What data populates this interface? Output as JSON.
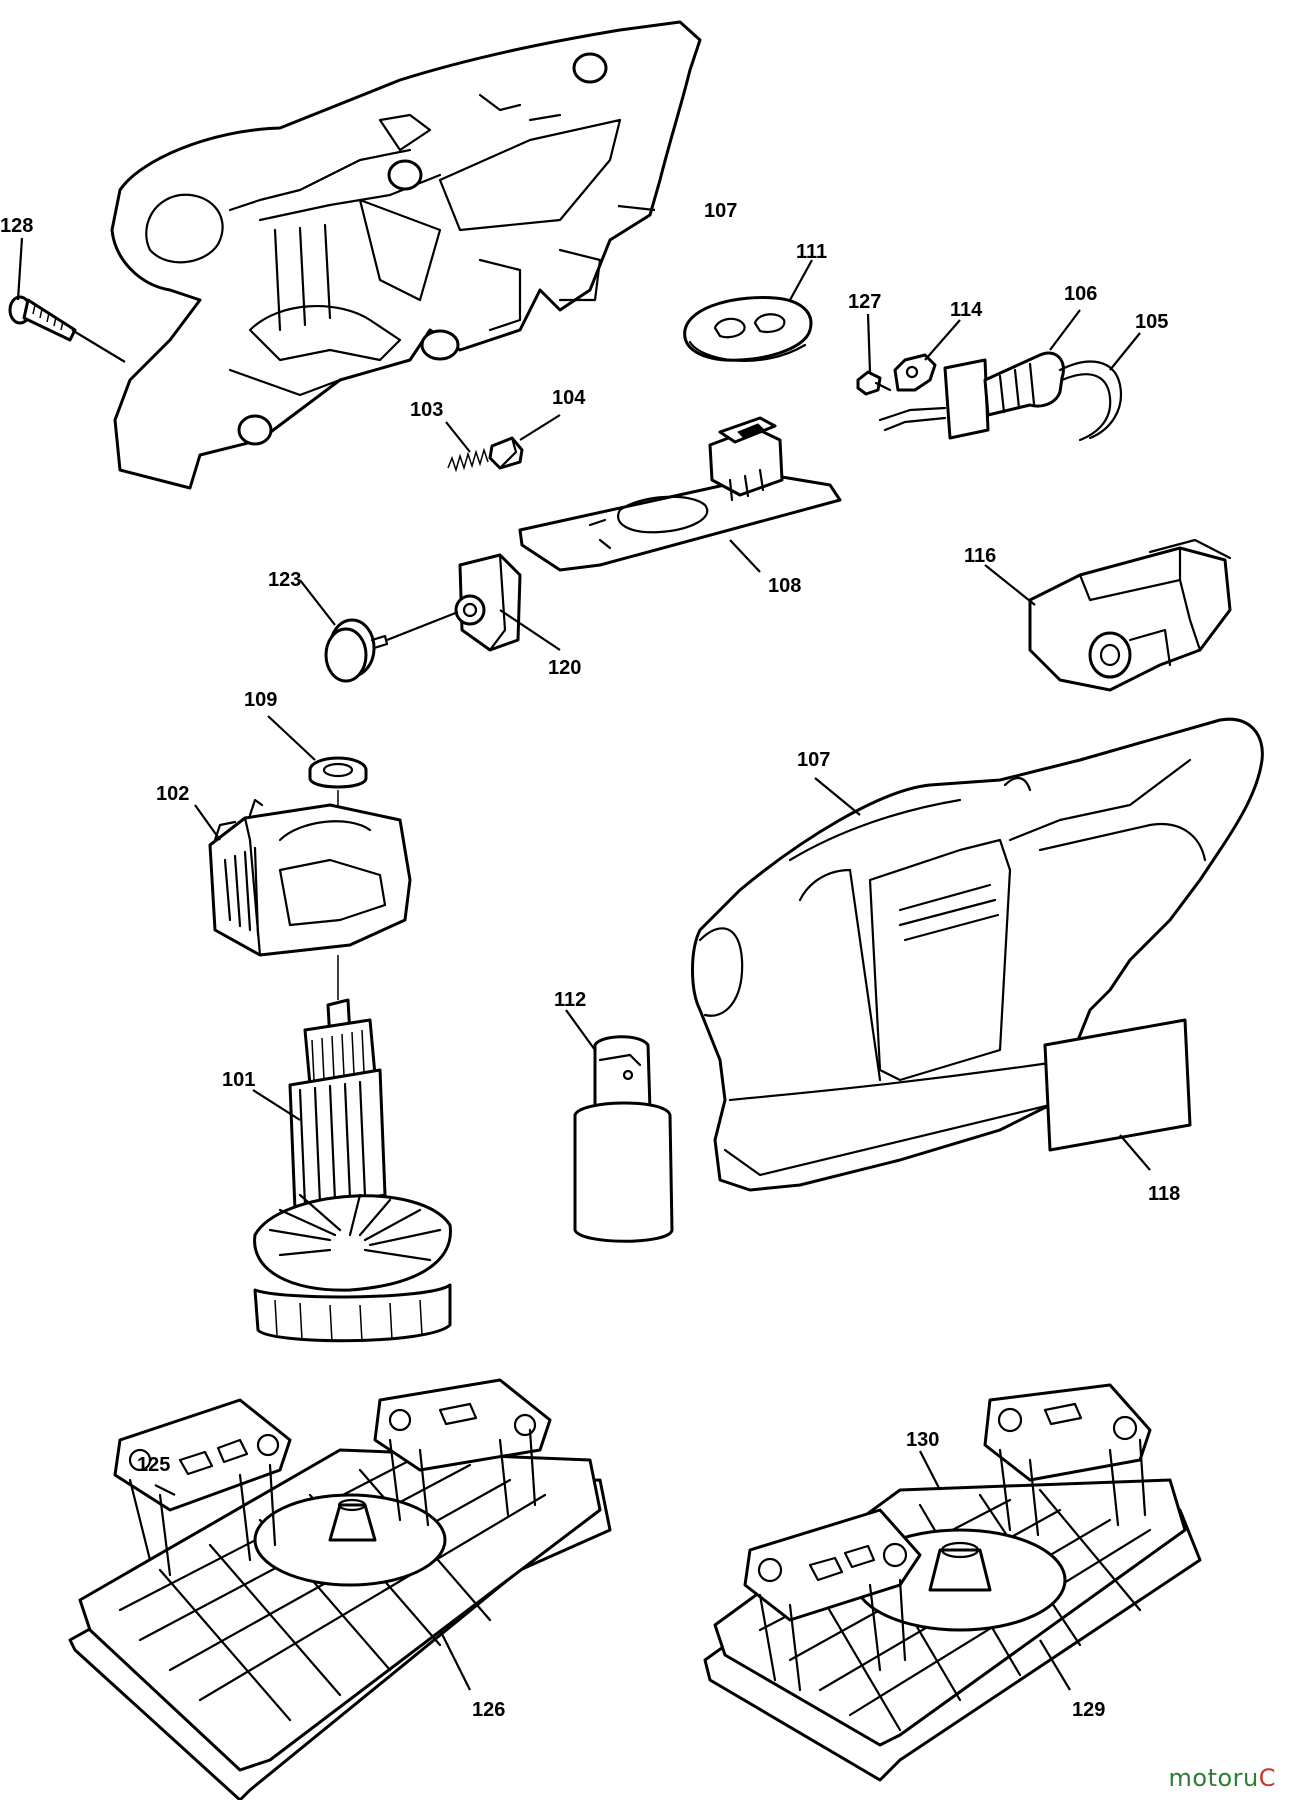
{
  "diagram": {
    "type": "exploded-parts-view",
    "callouts": {
      "c101": "101",
      "c102": "102",
      "c103": "103",
      "c104": "104",
      "c105": "105",
      "c106": "106",
      "c107a": "107",
      "c107b": "107",
      "c108": "108",
      "c109": "109",
      "c111": "111",
      "c112": "112",
      "c114": "114",
      "c116": "116",
      "c118": "118",
      "c120": "120",
      "c123": "123",
      "c125": "125",
      "c126": "126",
      "c127": "127",
      "c128": "128",
      "c129": "129",
      "c130": "130"
    }
  },
  "watermark": {
    "text_main": "motoru",
    "text_accent": "C"
  },
  "colors": {
    "line": "#000000",
    "background": "#ffffff",
    "watermark_green": "#2e7d32",
    "watermark_red": "#c0392b"
  }
}
